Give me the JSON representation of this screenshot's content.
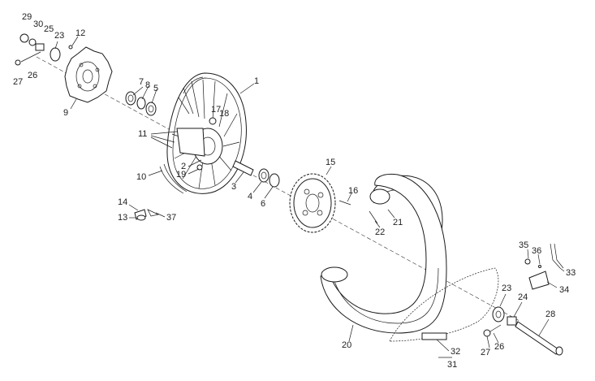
{
  "callouts": [
    {
      "id": "c29",
      "text": "29"
    },
    {
      "id": "c30",
      "text": "30"
    },
    {
      "id": "c25",
      "text": "25"
    },
    {
      "id": "c23a",
      "text": "23"
    },
    {
      "id": "c12",
      "text": "12"
    },
    {
      "id": "c26a",
      "text": "26"
    },
    {
      "id": "c27a",
      "text": "27"
    },
    {
      "id": "c1",
      "text": "1"
    },
    {
      "id": "c7",
      "text": "7"
    },
    {
      "id": "c8",
      "text": "8"
    },
    {
      "id": "c5",
      "text": "5"
    },
    {
      "id": "c9",
      "text": "9"
    },
    {
      "id": "c17",
      "text": "17"
    },
    {
      "id": "c18",
      "text": "18"
    },
    {
      "id": "c11",
      "text": "11"
    },
    {
      "id": "c2",
      "text": "2"
    },
    {
      "id": "c19",
      "text": "19"
    },
    {
      "id": "c10",
      "text": "10"
    },
    {
      "id": "c3",
      "text": "3"
    },
    {
      "id": "c4",
      "text": "4"
    },
    {
      "id": "c6",
      "text": "6"
    },
    {
      "id": "c15",
      "text": "15"
    },
    {
      "id": "c16",
      "text": "16"
    },
    {
      "id": "c21",
      "text": "21"
    },
    {
      "id": "c22",
      "text": "22"
    },
    {
      "id": "c14",
      "text": "14"
    },
    {
      "id": "c13",
      "text": "13"
    },
    {
      "id": "c37",
      "text": "37"
    },
    {
      "id": "c35",
      "text": "35"
    },
    {
      "id": "c36",
      "text": "36"
    },
    {
      "id": "c33",
      "text": "33"
    },
    {
      "id": "c34",
      "text": "34"
    },
    {
      "id": "c23b",
      "text": "23"
    },
    {
      "id": "c24",
      "text": "24"
    },
    {
      "id": "c28",
      "text": "28"
    },
    {
      "id": "c20",
      "text": "20"
    },
    {
      "id": "c27b",
      "text": "27"
    },
    {
      "id": "c26b",
      "text": "26"
    },
    {
      "id": "c32",
      "text": "32"
    },
    {
      "id": "c31",
      "text": "31"
    }
  ]
}
